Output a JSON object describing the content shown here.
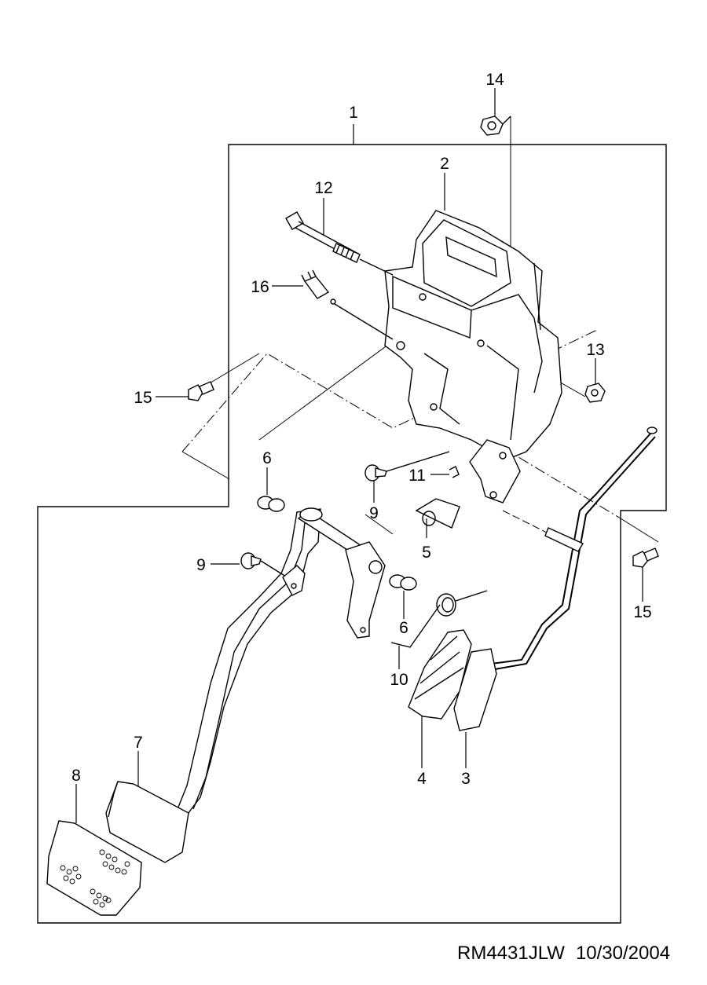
{
  "callouts": [
    "1",
    "2",
    "3",
    "4",
    "5",
    "6",
    "6",
    "7",
    "8",
    "9",
    "9",
    "10",
    "11",
    "12",
    "13",
    "14",
    "15",
    "15",
    "16"
  ],
  "footer": {
    "drawing_number": "RM4431JLW",
    "date": "10/30/2004"
  },
  "colors": {
    "line": "#000000",
    "background": "#ffffff"
  }
}
